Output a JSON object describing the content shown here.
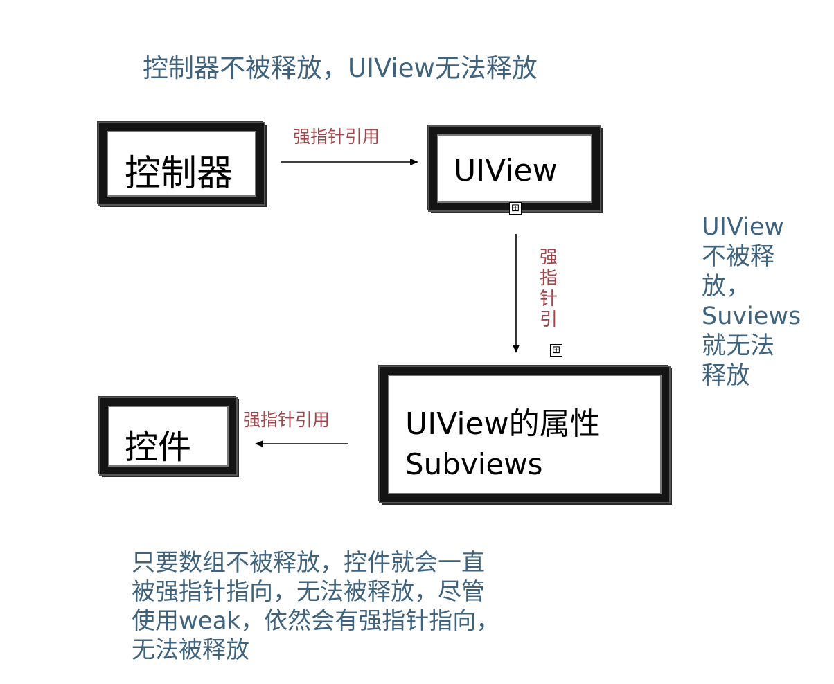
{
  "title": "控制器不被释放，UIView无法释放",
  "nodes": {
    "controller": "控制器",
    "uiview": "UIView",
    "subviews_line1": "UIView的属性",
    "subviews_line2": "Subviews",
    "control": "控件"
  },
  "edges": {
    "controller_to_uiview": "强指针引用",
    "uiview_to_subviews_chars": [
      "强",
      "指",
      "针",
      "引"
    ],
    "subviews_to_control": "强指针引用"
  },
  "expand_symbol": "⊞",
  "notes": {
    "right_lines": [
      "UIView",
      "不被释",
      "放，",
      "Suviews",
      "就无法",
      "释放"
    ],
    "bottom_lines": [
      "只要数组不被释放，控件就会一直",
      "被强指针指向，无法被释放，尽管",
      "使用weak，依然会有强指针指向，",
      "无法被释放"
    ]
  }
}
